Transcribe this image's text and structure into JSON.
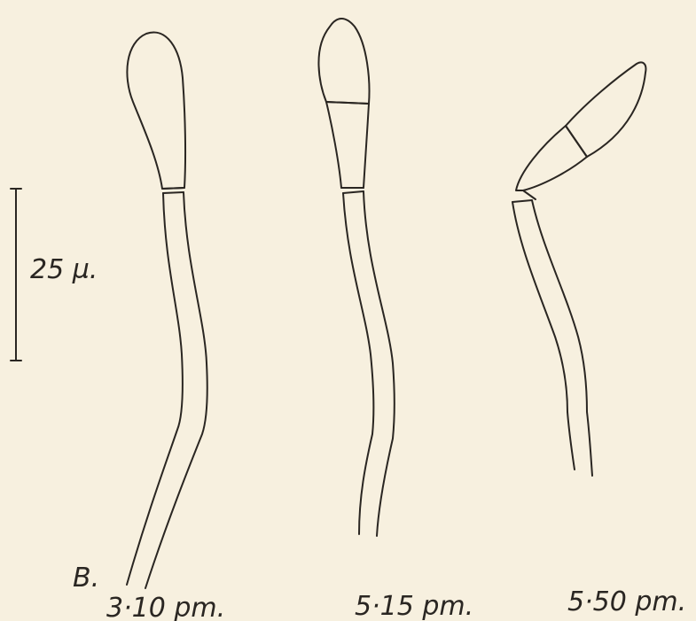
{
  "figure": {
    "panel_label": "B.",
    "scale_bar_label": "25 µ.",
    "stages": [
      {
        "time": "3·10 pm."
      },
      {
        "time": "5·15 pm."
      },
      {
        "time": "5·50 pm."
      }
    ]
  },
  "colors": {
    "paper": "#f7f0df",
    "ink": "#2a2622"
  }
}
